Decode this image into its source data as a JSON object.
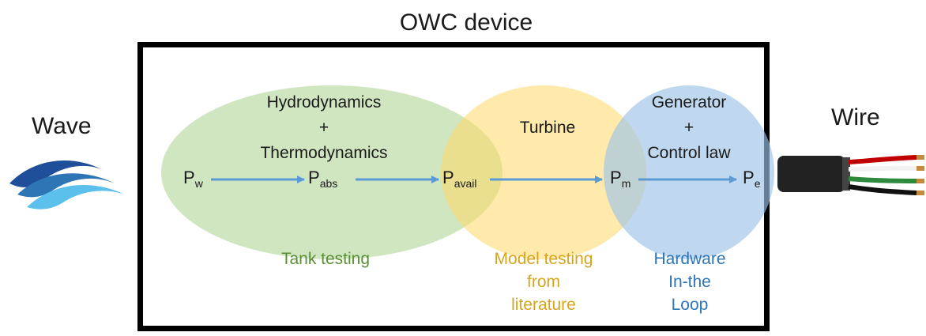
{
  "title": "OWC device",
  "input_label": "Wave",
  "output_label": "Wire",
  "stages": {
    "hydro": {
      "line1": "Hydrodynamics",
      "line2": "+",
      "line3": "Thermodynamics",
      "caption": "Tank testing",
      "color": "#a9d18e",
      "caption_color": "#5b8f36"
    },
    "turbine": {
      "line1": "Turbine",
      "caption_line1": "Model testing",
      "caption_line2": "from",
      "caption_line3": "literature",
      "color": "#ffd966",
      "caption_color": "#d6a520"
    },
    "generator": {
      "line1": "Generator",
      "line2": "+",
      "line3": "Control law",
      "caption_line1": "Hardware",
      "caption_line2": "In-the",
      "caption_line3": "Loop",
      "color": "#9dc3e6",
      "caption_color": "#2e75b6"
    }
  },
  "powers": {
    "pw": {
      "base": "P",
      "sub": "w"
    },
    "pabs": {
      "base": "P",
      "sub": "abs"
    },
    "pavail": {
      "base": "P",
      "sub": "avail"
    },
    "pm": {
      "base": "P",
      "sub": "m"
    },
    "pe": {
      "base": "P",
      "sub": "e"
    }
  },
  "arrow_color": "#5b9bd5",
  "wave_icon": "wave-icon",
  "wire_icon": "wire-cable-icon"
}
